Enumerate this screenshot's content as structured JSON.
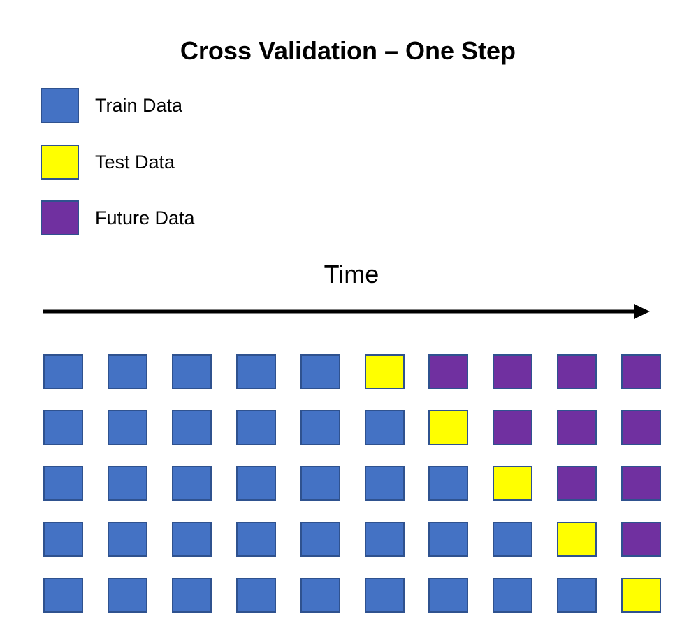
{
  "title": "Cross Validation – One Step",
  "legend": [
    {
      "key": "train",
      "label": "Train Data",
      "color": "#4472c4"
    },
    {
      "key": "test",
      "label": "Test Data",
      "color": "#ffff00"
    },
    {
      "key": "future",
      "label": "Future Data",
      "color": "#7030a0"
    }
  ],
  "time_label": "Time",
  "colors": {
    "train": "#4472c4",
    "test": "#ffff00",
    "future": "#7030a0",
    "border": "#2f528f",
    "arrow": "#000000"
  },
  "folds": [
    {
      "train_count": 5,
      "test_count": 1,
      "future_count": 4
    },
    {
      "train_count": 6,
      "test_count": 1,
      "future_count": 3
    },
    {
      "train_count": 7,
      "test_count": 1,
      "future_count": 2
    },
    {
      "train_count": 8,
      "test_count": 1,
      "future_count": 1
    },
    {
      "train_count": 9,
      "test_count": 1,
      "future_count": 0
    }
  ]
}
